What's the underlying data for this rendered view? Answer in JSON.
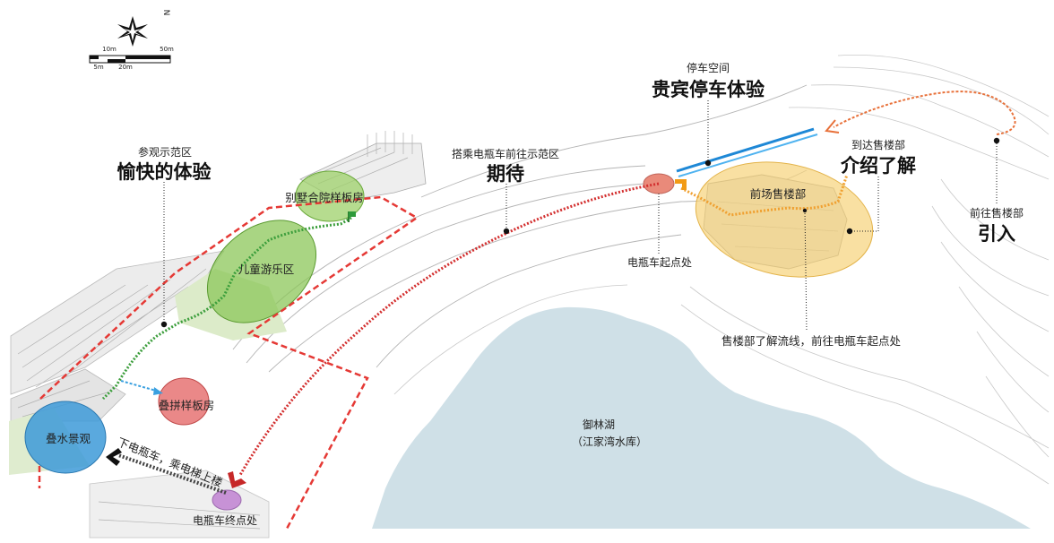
{
  "compass": {
    "north": "N"
  },
  "scale": {
    "top_left": "10m",
    "top_right": "50m",
    "bottom_left": "5m",
    "bottom_right": "20m"
  },
  "visit_area": {
    "caption": "参观示范区",
    "headline": "愉快的体验"
  },
  "zones": {
    "villa": "别墅合院样板房",
    "playground": "儿童游乐区",
    "stacked_house": "叠拼样板房",
    "water_feature": "叠水景观",
    "sales_office": "前场售楼部"
  },
  "shuttle": {
    "ride_caption": "搭乘电瓶车前往示范区",
    "ride_headline": "期待",
    "start_point": "电瓶车起点处",
    "end_point": "电瓶车终点处",
    "transfer_note": "下电瓶车，乘电梯上楼"
  },
  "parking": {
    "caption": "停车空间",
    "headline": "贵宾停车体验"
  },
  "sales": {
    "caption": "到达售楼部",
    "headline": "介绍了解",
    "flow_note": "售楼部了解流线，前往电瓶车起点处"
  },
  "approach": {
    "caption": "前往售楼部",
    "headline": "引入"
  },
  "lake": {
    "name": "御林湖",
    "alt_name": "（江家湾水库）"
  },
  "colors": {
    "lake": "#cfe0e7",
    "boundary": "#e53935",
    "shuttle_path": "#d32f2f",
    "garden_path": "#3c9e3c",
    "sales_path": "#f0a030",
    "approach_path": "#e8713a",
    "parking_line": "#1e88d6",
    "sales_zone": "#f7d37a",
    "villa_zone": "#9ed06a",
    "playground_zone": "#8cc75a",
    "stacked_zone": "#e56a6a",
    "water_zone": "#3d9ad8",
    "start_marker": "#e98a7a",
    "end_marker": "#c792d6"
  }
}
